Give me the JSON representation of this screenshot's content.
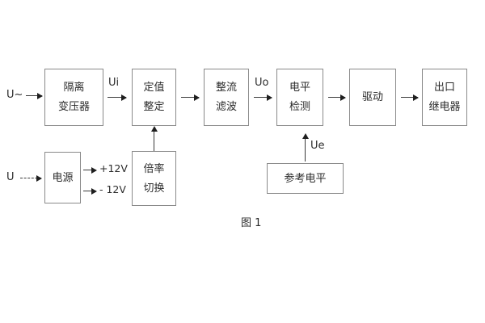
{
  "figure": {
    "caption": "图 1",
    "blocks": [
      {
        "id": "isolation-transformer",
        "line1": "隔离",
        "line2": "变压器"
      },
      {
        "id": "setpoint-setting",
        "line1": "定值",
        "line2": "整定"
      },
      {
        "id": "rectifier-filter",
        "line1": "整流",
        "line2": "滤波"
      },
      {
        "id": "level-detection",
        "line1": "电平",
        "line2": "检测"
      },
      {
        "id": "drive",
        "line1": "驱动",
        "line2": ""
      },
      {
        "id": "output-relay",
        "line1": "出口",
        "line2": "继电器"
      },
      {
        "id": "power-supply",
        "line1": "电源",
        "line2": ""
      },
      {
        "id": "multiplier-switch",
        "line1": "倍率",
        "line2": "切换"
      },
      {
        "id": "reference-level",
        "line1": "参考电平",
        "line2": ""
      }
    ],
    "signals": {
      "input_ac": "U~",
      "input_dc": "U",
      "ui": "Ui",
      "uo": "Uo",
      "ue": "Ue",
      "rail_pos": "+12V",
      "rail_neg": "- 12V"
    }
  }
}
